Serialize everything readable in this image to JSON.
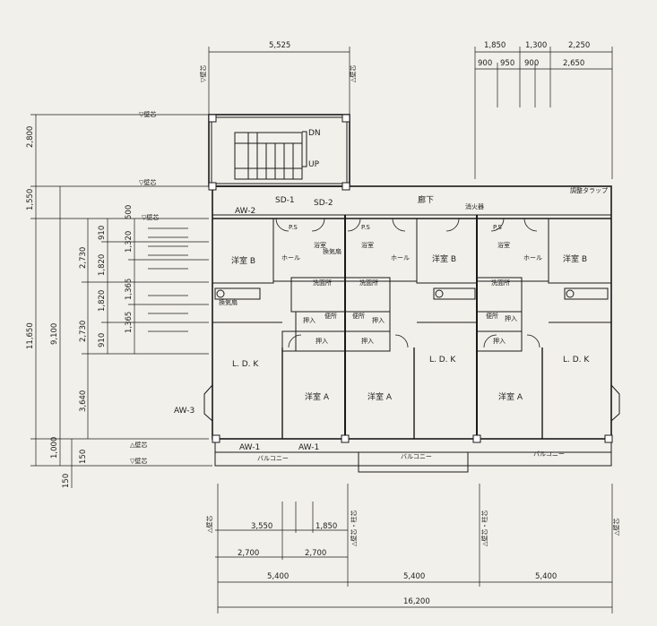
{
  "dimensions": {
    "top_stair_width": "5,525",
    "top_right_1": "1,850",
    "top_right_2": "1,300",
    "top_right_3": "2,250",
    "top_right_sub_1": "900",
    "top_right_sub_2": "950",
    "top_right_sub_3": "900",
    "top_right_sub_4": "2,650",
    "left_total": "11,650",
    "left_stair": "2,800",
    "left_corridor": "1,550",
    "left_unit": "9,100",
    "left_balcony": "1,000",
    "left_b1": "150",
    "left_b2": "150",
    "left_a1": "2,730",
    "left_a2": "2,730",
    "left_a3": "3,640",
    "left_c1": "910",
    "left_c2": "1,820",
    "left_c3": "1,820",
    "left_c4": "910",
    "left_d1": "500",
    "left_d2": "1,320",
    "left_d3": "1,365",
    "left_d4": "1,365",
    "bottom_sub_1": "3,550",
    "bottom_sub_2": "1,850",
    "bottom_sub_3": "2,700",
    "bottom_sub_4": "2,700",
    "bottom_unit_1": "5,400",
    "bottom_unit_2": "5,400",
    "bottom_unit_3": "5,400",
    "bottom_total": "16,200"
  },
  "axis_labels": {
    "wall_center": "▽壁芯",
    "wall_center_up": "△壁芯",
    "wall_column": "△壁芯・柱芯"
  },
  "rooms": {
    "corridor": "廊下",
    "stair_dn": "DN",
    "stair_up": "UP",
    "sd1": "SD-1",
    "sd2": "SD-2",
    "aw2": "AW-2",
    "aw3": "AW-3",
    "aw1a": "AW-1",
    "aw1b": "AW-1",
    "extinguisher": "消火器",
    "trap": "調整タラップ",
    "ps": "P.S",
    "western_b": "洋室 B",
    "western_a": "洋室 A",
    "ldk": "L. D. K",
    "bath": "浴室",
    "washroom": "洗面所",
    "closet": "押入",
    "toilet": "便所",
    "balcony": "バルコニー",
    "hall": "ホール",
    "vent": "換気扇"
  }
}
